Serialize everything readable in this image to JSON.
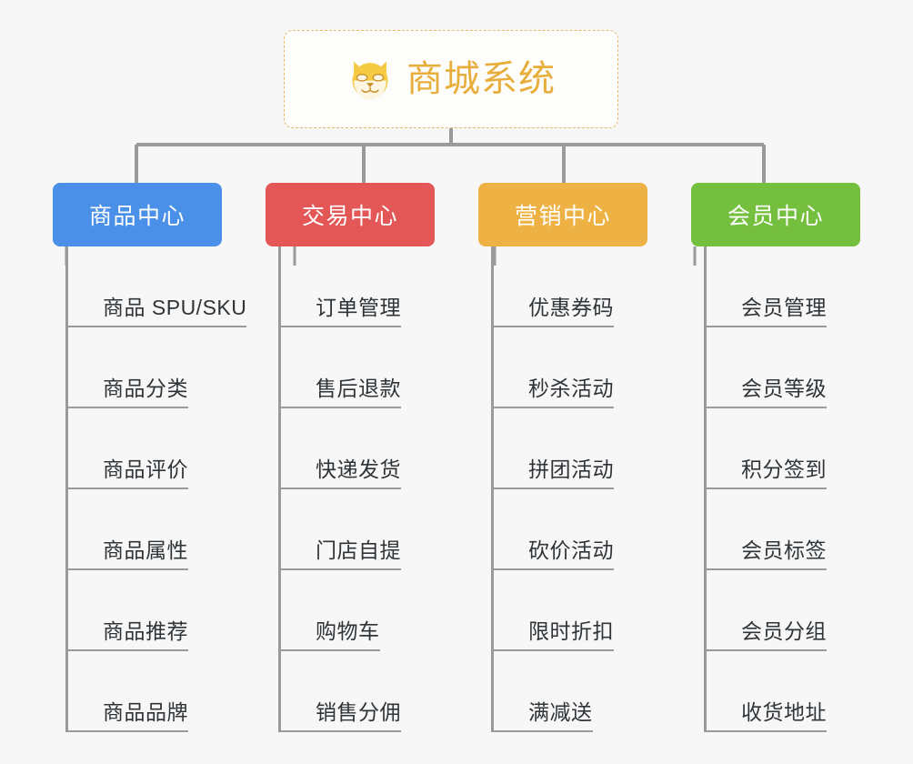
{
  "diagram": {
    "title": "商城系统",
    "type": "org-chart",
    "background_color": "#f7f7f7",
    "root": {
      "label": "商城系统",
      "icon": "shiba-dog-face-emoji",
      "text_color": "#e8ae3c",
      "border_color": "#e9b969",
      "background_color": "#fdfdfc"
    },
    "connector_color": "#9a9a9a",
    "columns": [
      {
        "header": "商品中心",
        "color": "#4a90e8",
        "items": [
          "商品 SPU/SKU",
          "商品分类",
          "商品评价",
          "商品属性",
          "商品推荐",
          "商品品牌"
        ]
      },
      {
        "header": "交易中心",
        "color": "#e35856",
        "items": [
          "订单管理",
          "售后退款",
          "快递发货",
          "门店自提",
          "购物车",
          "销售分佣"
        ]
      },
      {
        "header": "营销中心",
        "color": "#eeb143",
        "items": [
          "优惠券码",
          "秒杀活动",
          "拼团活动",
          "砍价活动",
          "限时折扣",
          "满减送"
        ]
      },
      {
        "header": "会员中心",
        "color": "#74c03e",
        "items": [
          "会员管理",
          "会员等级",
          "积分签到",
          "会员标签",
          "会员分组",
          "收货地址"
        ]
      }
    ]
  }
}
